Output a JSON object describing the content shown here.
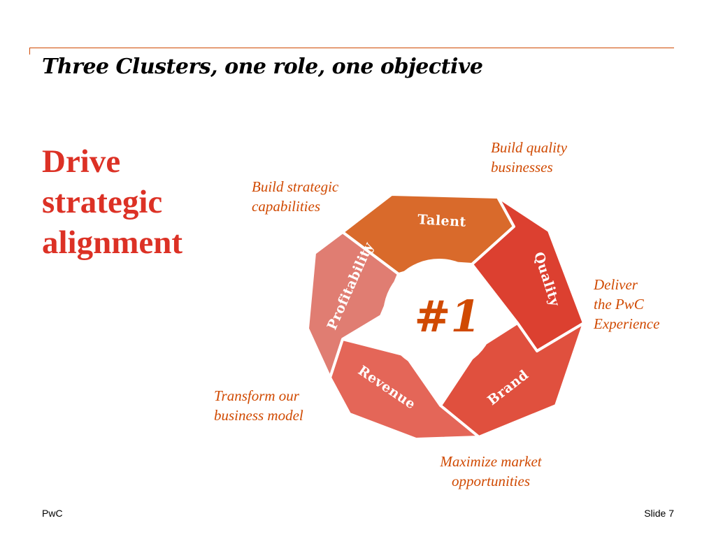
{
  "slide": {
    "title": "Three Clusters, one role, one objective",
    "headline": [
      "Drive",
      "strategic",
      "alignment"
    ],
    "accent_color": "#d04a02",
    "headline_color": "#dc3125"
  },
  "cycle": {
    "center": "#1",
    "segments": [
      {
        "label": "Talent",
        "color": "#d96a2b"
      },
      {
        "label": "Quality",
        "color": "#dc4030"
      },
      {
        "label": "Brand",
        "color": "#e0503e"
      },
      {
        "label": "Revenue",
        "color": "#e46658"
      },
      {
        "label": "Profitability",
        "color": "#e07d72"
      }
    ]
  },
  "callouts": {
    "talent": [
      "Build quality",
      "businesses"
    ],
    "quality": [
      "Deliver",
      "the PwC",
      "Experience"
    ],
    "brand": [
      "Maximize market",
      "opportunities"
    ],
    "revenue": [
      "Transform our",
      "business model"
    ],
    "profitability": [
      "Build strategic",
      "capabilities"
    ]
  },
  "footer": {
    "brand": "PwC",
    "slide_number": "Slide 7"
  }
}
